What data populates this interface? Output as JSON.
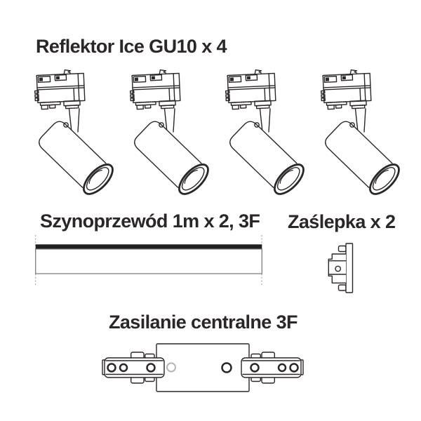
{
  "colors": {
    "background": "#ffffff",
    "ink": "#2b2627",
    "track_bar": "#231f20",
    "track_border_gray": "#7d7d7d",
    "dash_gray": "#ababab",
    "hole_gray": "#b5b5b5"
  },
  "sections": {
    "spotlights": {
      "title": "Reflektor Ice GU10 x 4",
      "count": 4
    },
    "track": {
      "title": "Szynoprzewód 1m x 2, 3F"
    },
    "endcap": {
      "title": "Zaślepka x 2"
    },
    "power_feed": {
      "title": "Zasilanie centralne 3F"
    }
  }
}
